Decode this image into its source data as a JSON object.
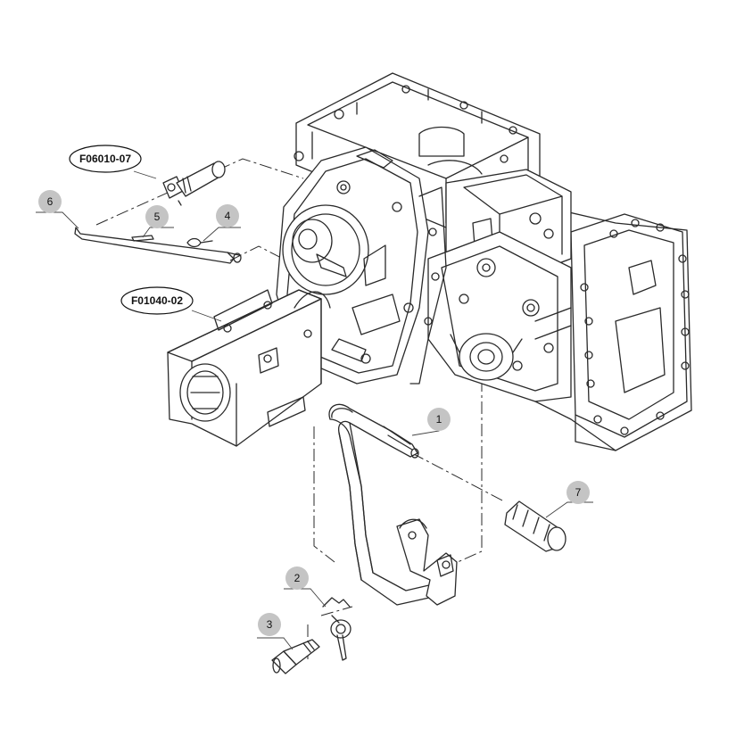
{
  "callouts": [
    {
      "id": "c1",
      "label": "1"
    },
    {
      "id": "c2",
      "label": "2"
    },
    {
      "id": "c3",
      "label": "3"
    },
    {
      "id": "c4",
      "label": "4"
    },
    {
      "id": "c5",
      "label": "5"
    },
    {
      "id": "c6",
      "label": "6"
    },
    {
      "id": "c7",
      "label": "7"
    }
  ],
  "references": [
    {
      "id": "r1",
      "label": "F06010-07"
    },
    {
      "id": "r2",
      "label": "F01040-02"
    }
  ],
  "colors": {
    "callout_fill": "#c4c4c4",
    "line": "#2a2a2a",
    "background": "#ffffff"
  }
}
